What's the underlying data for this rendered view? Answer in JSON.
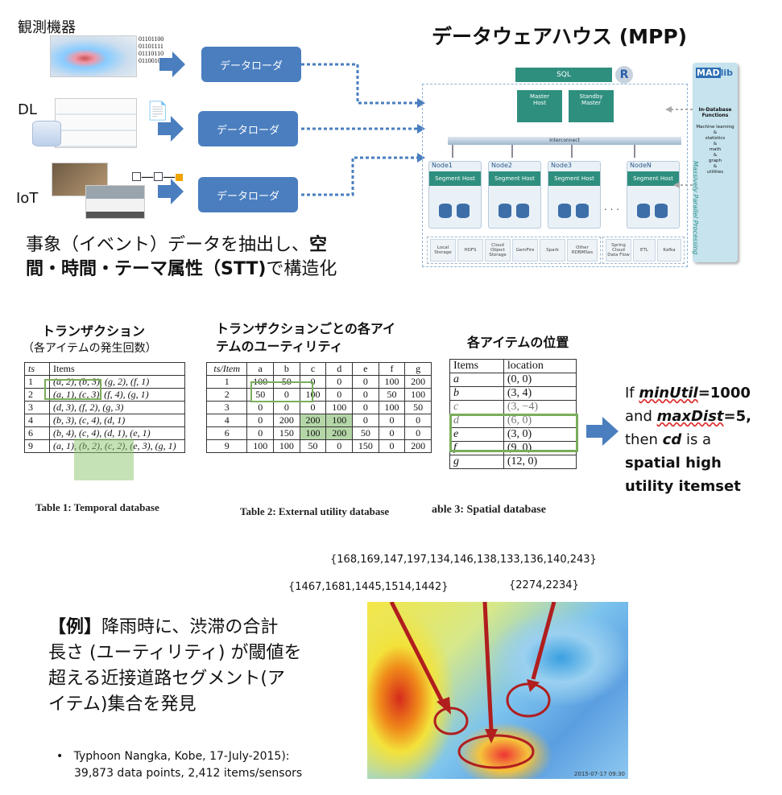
{
  "sources": {
    "obs_label": "観測機器",
    "dl_label": "DL",
    "iot_label": "IoT",
    "binary_lines": [
      "01101100",
      "01101111",
      "01110110",
      "01100101"
    ]
  },
  "loaders": [
    "データローダ",
    "データローダ",
    "データローダ"
  ],
  "dw": {
    "title": "データウェアハウス (MPP)",
    "sql": "SQL",
    "r_logo": "R",
    "master": "Master\nHost",
    "standby": "Standby\nMaster",
    "interconnect": "Interconnect",
    "nodes": [
      "Node1",
      "Node2",
      "Node3",
      "NodeN"
    ],
    "segment_host": "Segment Host",
    "ellipsis": ". . .",
    "storage_left": [
      "Local\nStorage",
      "HDFS",
      "Cloud\nObject\nStorage",
      "GemFire",
      "Spark",
      "Other\nRDBMSes"
    ],
    "storage_right": [
      "Spring\nCloud\nData Flow",
      "ETL",
      "Kafka"
    ],
    "madlib": {
      "mad": "MAD",
      "lib": "lib",
      "title": "In-Database\nFunctions",
      "items": "Machine learning\n&\nstatistics\n&\nmath\n&\ngraph\n&\nutilities"
    },
    "vertical": "Massively Parallel Processing"
  },
  "stt_text_1": "事象（イベント）データを抽出し、",
  "stt_text_1b": "空",
  "stt_text_2b": "間・時間・テーマ属性（STT)",
  "stt_text_2": "で構造化",
  "table1": {
    "title": "トランザクション",
    "subtitle": "（各アイテムの発生回数）",
    "headers": [
      "ts",
      "Items"
    ],
    "rows": [
      [
        "1",
        "(a, 2), (b, 3), (g, 2), (f, 1)"
      ],
      [
        "2",
        "(a, 1), (c, 3), (f, 4), (g, 1)"
      ],
      [
        "3",
        "(d, 3), (f, 2), (g, 3)"
      ],
      [
        "4",
        "(b, 3), (c, 4), (d, 1)"
      ],
      [
        "6",
        "(b, 4), (c, 4), (d, 1), (e, 1)"
      ],
      [
        "9",
        "(a, 1), (b, 2), (c, 2), (e, 3), (g, 1)"
      ]
    ],
    "caption": "Table 1: Temporal database"
  },
  "table2": {
    "title": "トランザクションごとの各アイ\nテムのユーティリティ",
    "headers": [
      "ts/Item",
      "a",
      "b",
      "c",
      "d",
      "e",
      "f",
      "g"
    ],
    "rows": [
      [
        "1",
        "100",
        "50",
        "0",
        "0",
        "0",
        "100",
        "200"
      ],
      [
        "2",
        "50",
        "0",
        "100",
        "0",
        "0",
        "50",
        "100"
      ],
      [
        "3",
        "0",
        "0",
        "0",
        "100",
        "0",
        "100",
        "50"
      ],
      [
        "4",
        "0",
        "200",
        "200",
        "100",
        "0",
        "0",
        "0"
      ],
      [
        "6",
        "0",
        "150",
        "100",
        "200",
        "50",
        "0",
        "0"
      ],
      [
        "9",
        "100",
        "100",
        "50",
        "0",
        "150",
        "0",
        "200"
      ]
    ],
    "caption": "Table 2: External utility database"
  },
  "table3": {
    "title": "各アイテムの位置",
    "headers": [
      "Items",
      "location"
    ],
    "rows": [
      [
        "a",
        "(0, 0)"
      ],
      [
        "b",
        "(3, 4)"
      ],
      [
        "c",
        "(3, −4)"
      ],
      [
        "d",
        "(6, 0)"
      ],
      [
        "e",
        "(3, 0)"
      ],
      [
        "f",
        "(9, 0)"
      ],
      [
        "g",
        "(12, 0)"
      ]
    ],
    "caption": "able 3: Spatial database"
  },
  "result": {
    "l1a": "If ",
    "l1b": "minUtil",
    "l1c": "=1000",
    "l2a": "and ",
    "l2b": "maxDist",
    "l2c": "=5,",
    "l3a": "then ",
    "l3b": "cd",
    "l3c": " is a",
    "l4": "spatial high",
    "l5": "utility itemset"
  },
  "example": {
    "head": "【例】",
    "line1": "降雨時に、渋滞の合計",
    "line2": "長さ (ユーティリティ) が閾値を",
    "line3": "超える近接道路セグメント(ア",
    "line4": "イテム)集合を発見",
    "bullet1": "Typhoon Nangka, Kobe, 17-July-2015):",
    "bullet2": "39,873 data points, 2,412 items/sensors"
  },
  "map": {
    "set_top": "{168,169,147,197,134,146,138,133,136,140,243}",
    "set_left": "{1467,1681,1445,1514,1442}",
    "set_right": "{2274,2234}",
    "stamp": "2015-07-17 09:30"
  },
  "colors": {
    "loader": "#4a7ebf",
    "arrow": "#4a7ebf",
    "green": "#7aad5b",
    "red": "#b01e1e",
    "segment": "#2f8f7f"
  }
}
